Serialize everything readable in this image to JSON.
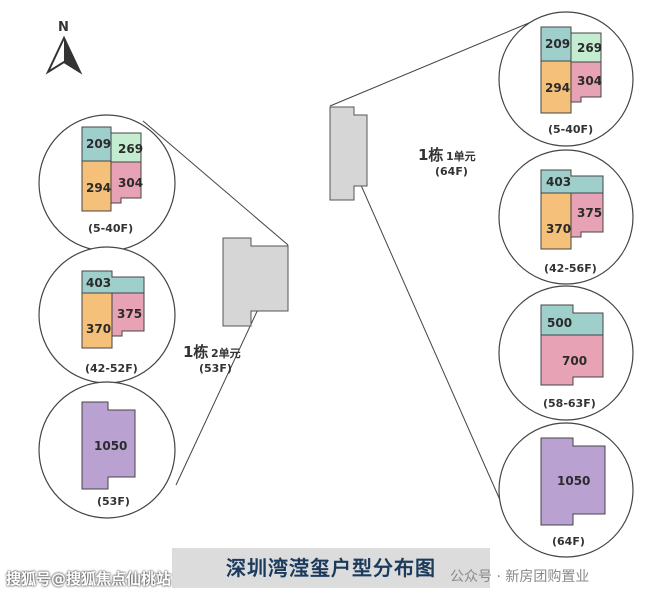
{
  "compass": {
    "label": "N"
  },
  "building_left": {
    "name": "1栋",
    "unit": "2单元",
    "floors": "(53F)"
  },
  "building_right": {
    "name": "1栋",
    "unit": "1单元",
    "floors": "(64F)"
  },
  "left_plans": [
    {
      "floors": "(5-40F)",
      "units": [
        "209",
        "269",
        "294",
        "304"
      ]
    },
    {
      "floors": "(42-52F)",
      "units": [
        "403",
        "370",
        "375"
      ]
    },
    {
      "floors": "(53F)",
      "units": [
        "1050"
      ]
    }
  ],
  "right_plans": [
    {
      "floors": "(5-40F)",
      "units": [
        "209",
        "269",
        "294",
        "304"
      ]
    },
    {
      "floors": "(42-56F)",
      "units": [
        "403",
        "370",
        "375"
      ]
    },
    {
      "floors": "(58-63F)",
      "units": [
        "500",
        "700"
      ]
    },
    {
      "floors": "(64F)",
      "units": [
        "1050"
      ]
    }
  ],
  "title": "深圳湾滢玺户型分布图",
  "watermark_left": "搜狐号@搜狐焦点仙桃站",
  "watermark_right": "公众号 · 新房团购置业",
  "colors": {
    "teal": "#9fcfcb",
    "mint": "#c3ecd0",
    "orange": "#f5c07a",
    "pink": "#e7a3b5",
    "purple": "#b9a2d2",
    "building": "#d6d6d6"
  }
}
